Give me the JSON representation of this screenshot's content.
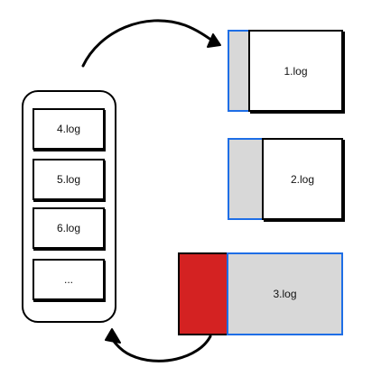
{
  "queue": {
    "items": [
      "4.log",
      "5.log",
      "6.log",
      "..."
    ]
  },
  "files": {
    "file1": "1.log",
    "file2": "2.log",
    "file3": "3.log"
  }
}
